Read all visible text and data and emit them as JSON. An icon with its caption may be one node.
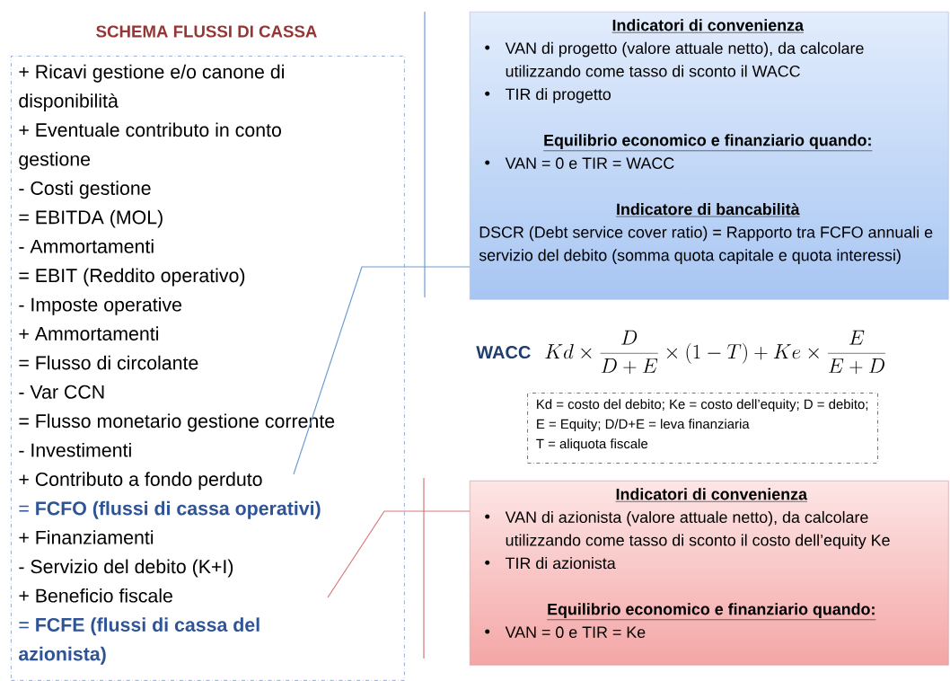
{
  "diagram": {
    "title": "SCHEMA FLUSSI DI CASSA",
    "nodes": [
      {
        "text": [
          "+ Ricavi gestione e/o canone di disponibilità",
          "+ Eventuale contributo in conto gestione",
          "- Costi gestione",
          "= EBITDA (MOL)",
          "- Ammortamenti",
          "= EBIT (Reddito operativo)",
          "- Imposte operative",
          "+ Ammortamenti",
          "= Flusso di circolante",
          "- Var CCN",
          "= Flusso monetario gestione corrente",
          "- Investimenti",
          "+ Contributo a fondo perduto",
          "= **FCFO (flussi di cassa operativi)**",
          "+ Finanziamenti",
          "- Servizio del debito (K+I)",
          "+ Beneficio fiscale",
          "= **FCFE (flussi di cassa del azionista)**"
        ]
      },
      {
        "text": [
          "Indicatori di convenienza",
          "VAN di progetto (valore attuale netto), da calcolare utilizzando come tasso di sconto il WACC",
          "TIR di progetto",
          "Equilibrio economico e finanziario quando:",
          "VAN = 0 e TIR = WACC",
          "Indicatore di bancabilità",
          "DSCR (Debt service cover ratio) = Rapporto tra FCFO annuali e servizio del debito (somma quota capitale e quota interessi)"
        ]
      },
      {
        "text": [
          "Kd = costo del debito; Ke = costo dell’equity; D = debito; E = Equity; D/D+E = leva finanziaria",
          "T = aliquota fiscale"
        ]
      },
      {
        "text": [
          "Indicatori di convenienza",
          "VAN di azionista (valore attuale netto), da calcolare utilizzando come tasso di sconto il costo dell’equity Ke",
          "TIR di azionista",
          "Equilibrio economico e finanziario quando:",
          "VAN = 0 e TIR = Ke"
        ]
      }
    ],
    "edges": [
      {
        "from": 0,
        "to": 1,
        "arrow": "none",
        "color": "#6f9bd1"
      },
      {
        "from": 0,
        "to": 3,
        "arrow": "none",
        "color": "#d27a7a"
      }
    ],
    "labels": [
      "WACC",
      "Kd\\times\\frac{D}{D+E}\\times(1-T)+Ke\\times\\frac{E}{E+D}"
    ]
  }
}
